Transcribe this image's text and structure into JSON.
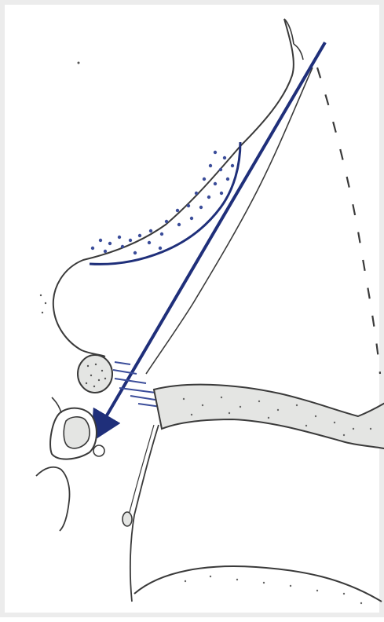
{
  "diagram": {
    "colors": {
      "background": "#ffffff",
      "frame": "#ececec",
      "ink": "#3a3a3a",
      "bone_fill": "#e4e5e3",
      "arrow_blue": "#1f2f7a",
      "stipple_blue": "#3b4d9a"
    },
    "elements": [
      "anterior-wall-outline",
      "blue-contour-line",
      "blue-stipple-region",
      "dashed-outline",
      "blue-arrow",
      "round-stippled-nodule",
      "hatched-region",
      "shaded-bone-bar",
      "ring-structure",
      "vertical-thin-structure",
      "lower-contour"
    ]
  }
}
